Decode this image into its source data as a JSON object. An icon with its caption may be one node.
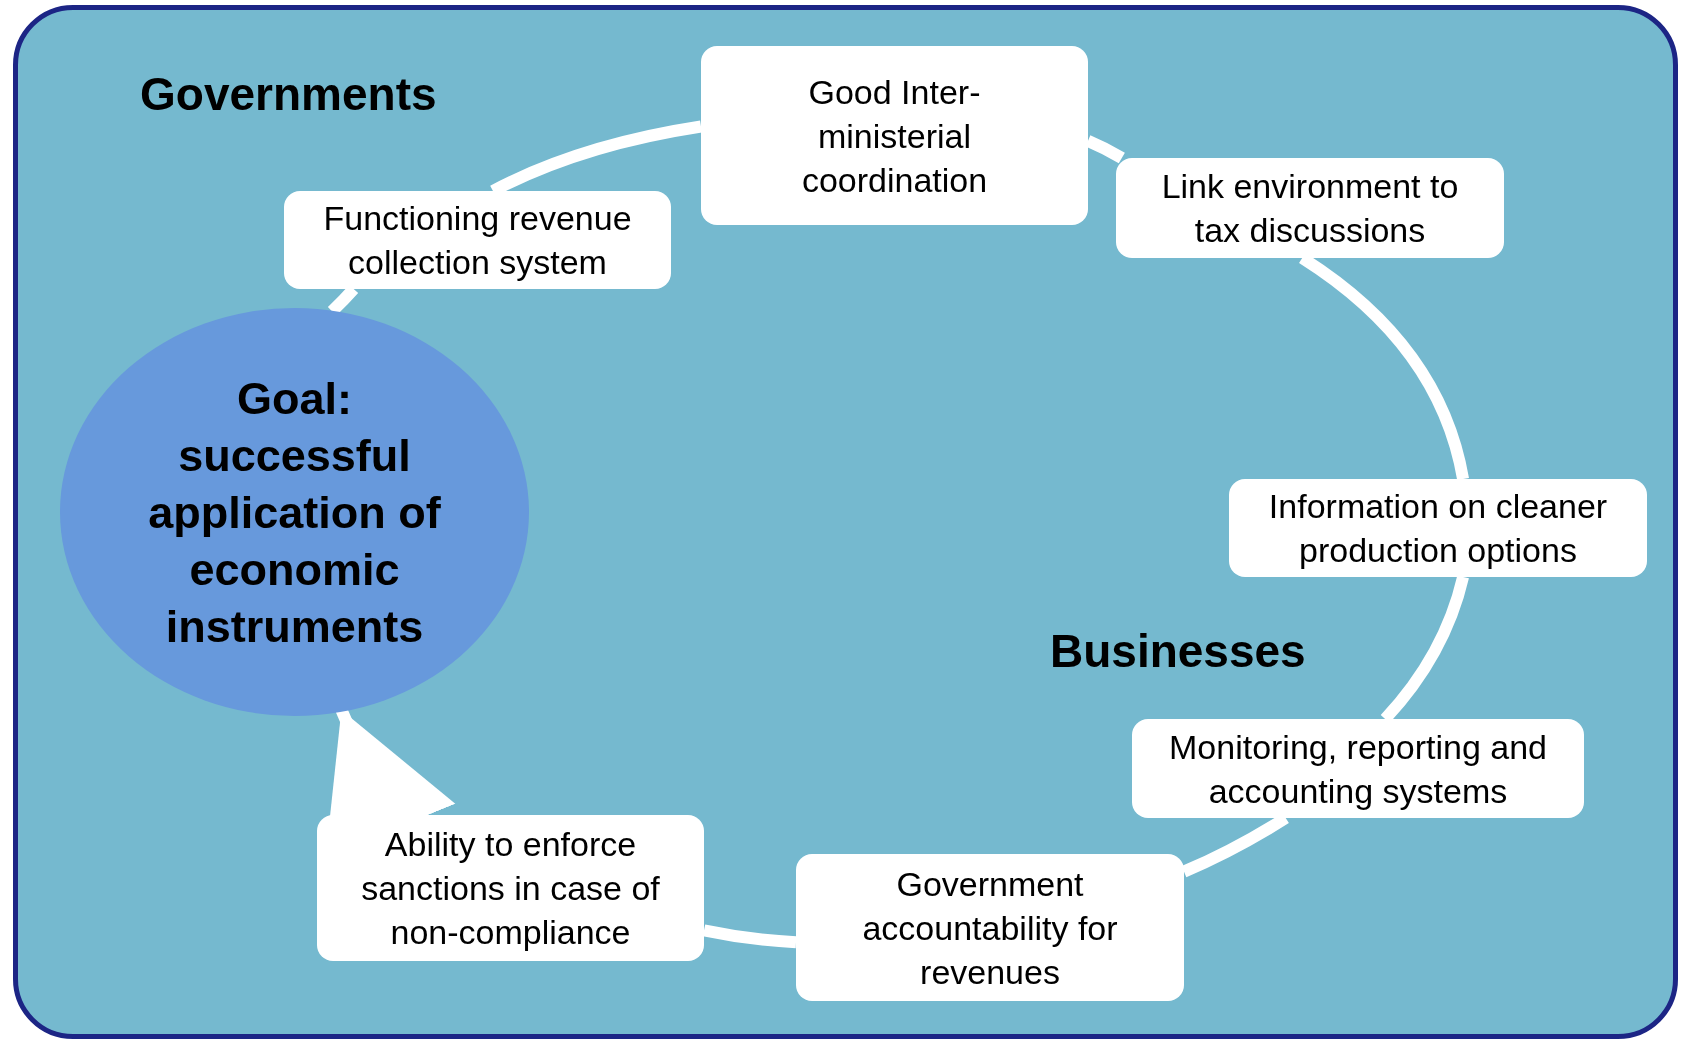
{
  "diagram": {
    "nodes": [
      {
        "text": [
          "Goal: successful application of economic instruments"
        ]
      },
      {
        "text": [
          "Functioning revenue collection system"
        ]
      },
      {
        "text": [
          "Good Inter-ministerial coordination"
        ]
      },
      {
        "text": [
          "Link environment to tax discussions"
        ]
      },
      {
        "text": [
          "Information on cleaner production options"
        ]
      },
      {
        "text": [
          "Monitoring, reporting and accounting systems"
        ]
      },
      {
        "text": [
          "Government accountability for revenues"
        ]
      },
      {
        "text": [
          "Ability to enforce sanctions in case of non-compliance"
        ]
      }
    ],
    "edges": [
      {
        "from": 0,
        "to": 1,
        "arrow": "none"
      },
      {
        "from": 1,
        "to": 2,
        "arrow": "none"
      },
      {
        "from": 2,
        "to": 3,
        "arrow": "none"
      },
      {
        "from": 3,
        "to": 4,
        "arrow": "none"
      },
      {
        "from": 4,
        "to": 5,
        "arrow": "none"
      },
      {
        "from": 5,
        "to": 6,
        "arrow": "none"
      },
      {
        "from": 6,
        "to": 7,
        "arrow": "none"
      },
      {
        "from": 7,
        "to": 0,
        "arrow": "to"
      }
    ],
    "labels": [
      "Governments",
      "Businesses"
    ]
  }
}
